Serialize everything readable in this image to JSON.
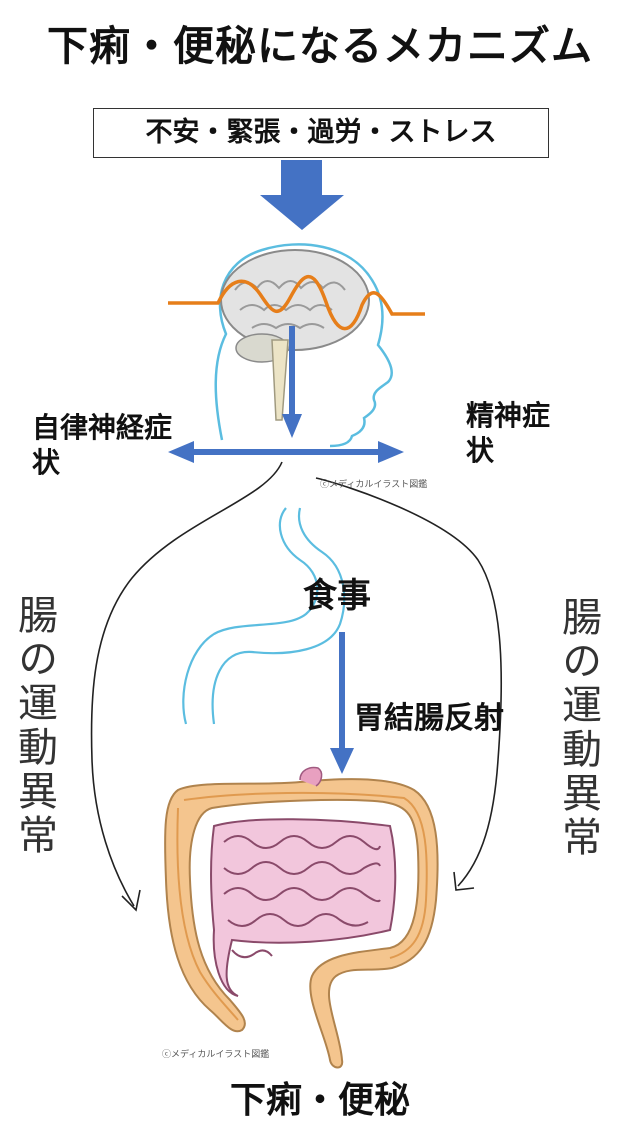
{
  "title": "下痢・便秘になるメカニズム",
  "cause": "不安・緊張・過労・ストレス",
  "autonomic_symptoms": "自律神経症状",
  "mental_symptoms": "精神症状",
  "meal": "食事",
  "gastrocolic_reflex": "胃結腸反射",
  "motility_left": "腸の運動異常",
  "motility_right": "腸の運動異常",
  "result": "下痢・便秘",
  "credit_brain": "メディカルイラスト図鑑",
  "credit_intestine": "メディカルイラスト図鑑",
  "colors": {
    "arrow_blue": "#4472c4",
    "outline_blue": "#5bbde0",
    "wave_orange": "#e67e1a",
    "colon_orange": "#f4c58e",
    "small_intestine_pink": "#f2c6dc"
  }
}
